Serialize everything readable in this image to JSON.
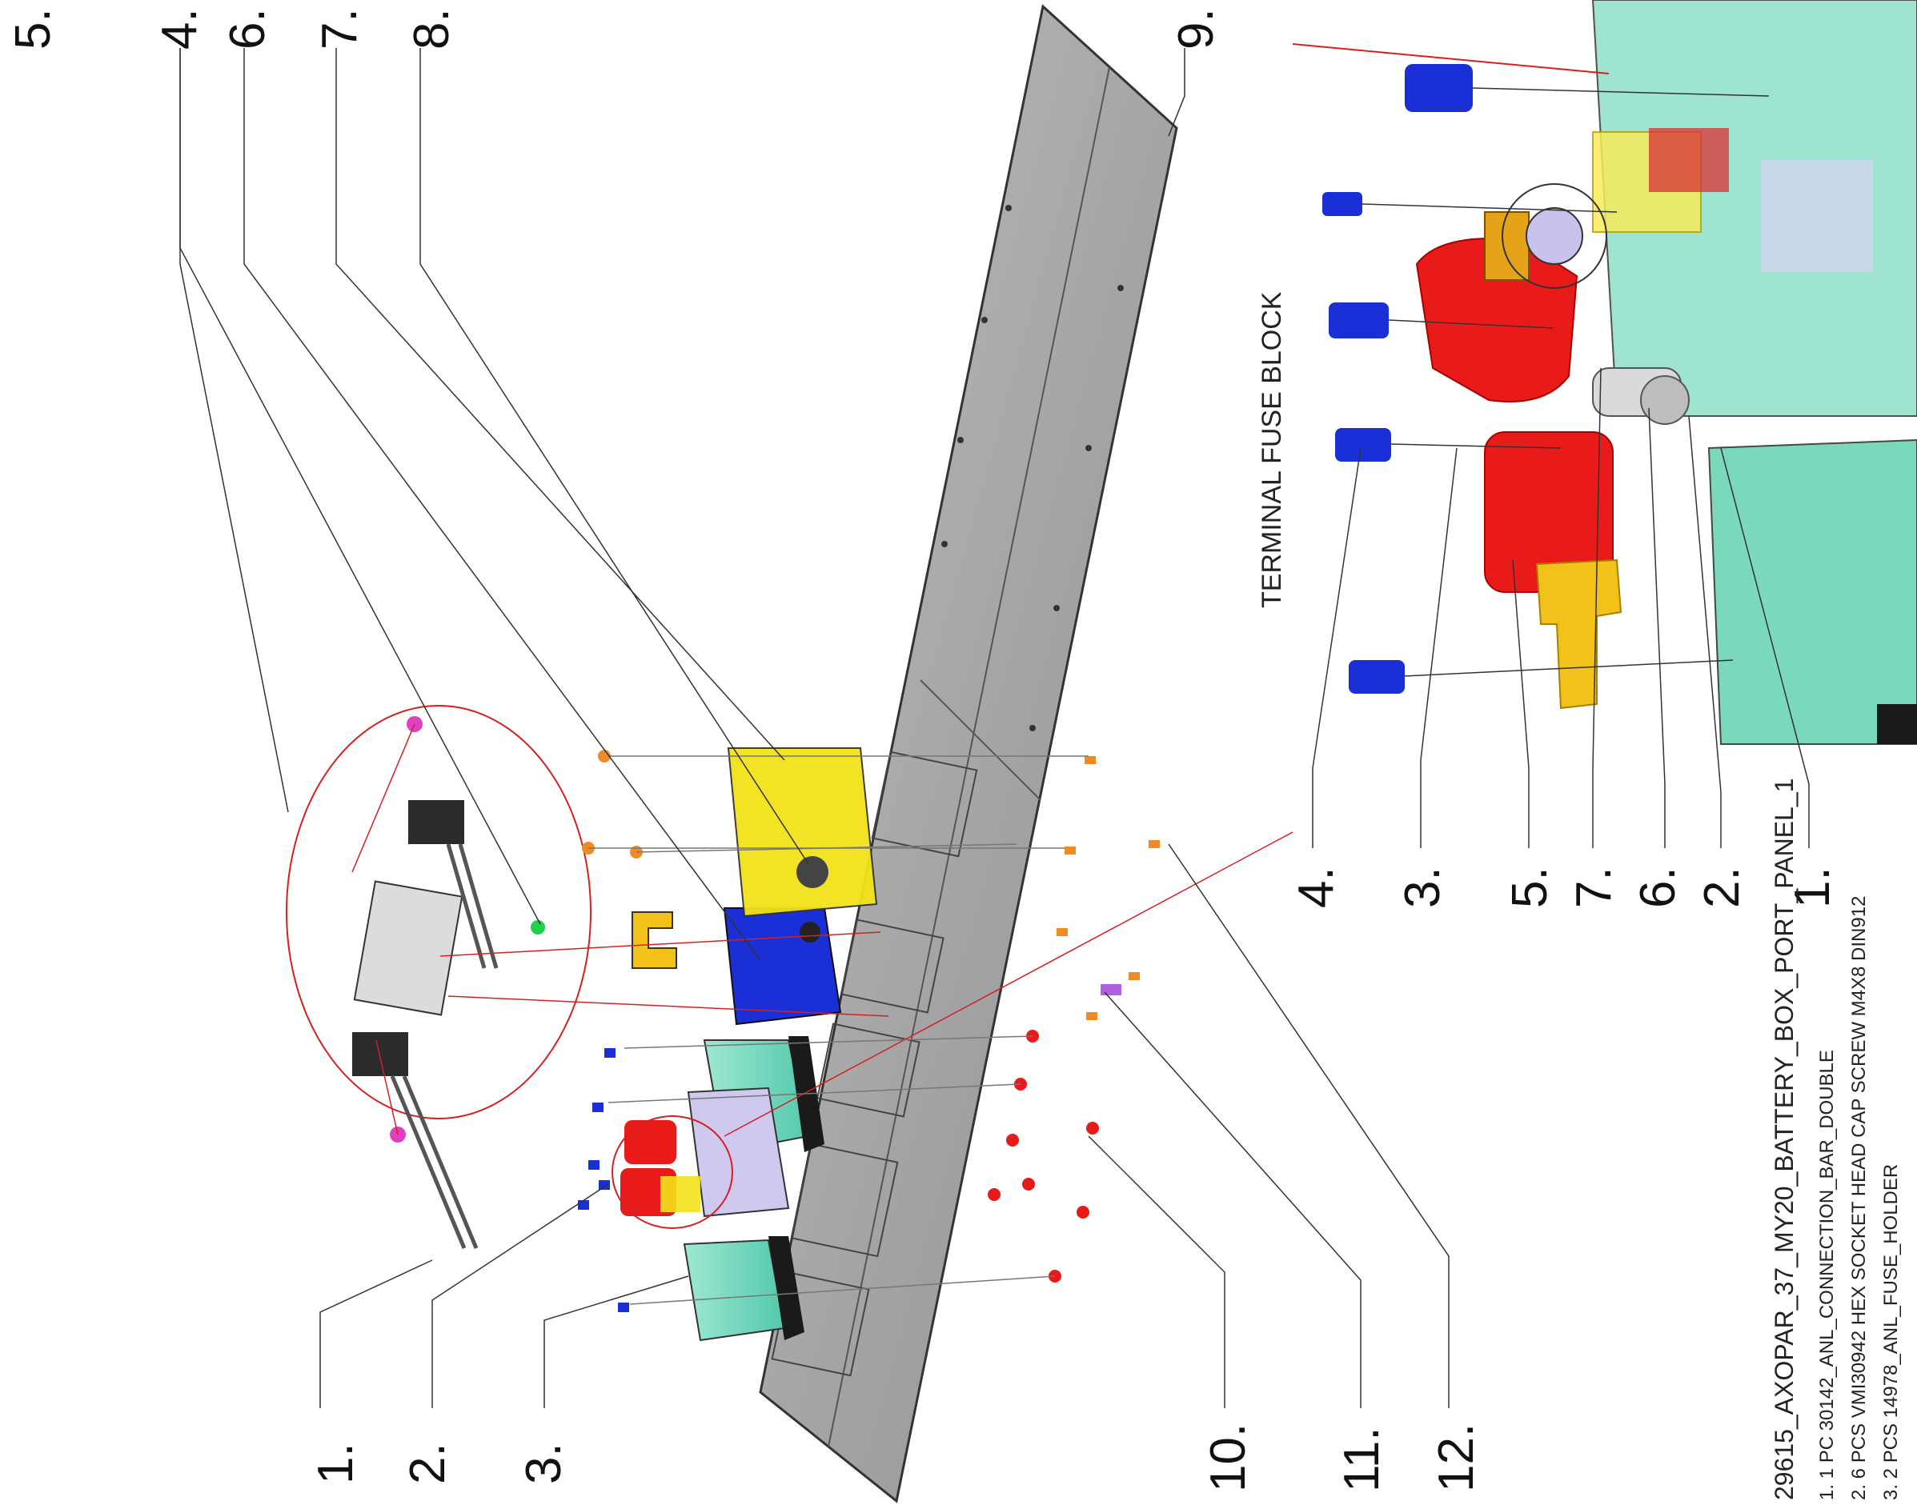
{
  "drawing_title": "29615_AXOPAR_37_MY20_BATTERY_BOX_PORT_PANEL_1",
  "detail_view_title": "TERMINAL FUSE BLOCK",
  "main_callouts": [
    "1.",
    "2.",
    "3.",
    "4.",
    "5.",
    "6.",
    "7.",
    "8.",
    "9.",
    "10.",
    "11.",
    "12."
  ],
  "detail_callouts": [
    "4.",
    "3.",
    "5.",
    "7.",
    "6.",
    "2.",
    "1."
  ],
  "bill_of_materials": [
    "1.  1 PC    30142_ANL_CONNECTION_BAR_DOUBLE",
    "2.  6 PCS   VMI30942 HEX SOCKET HEAD CAP SCREW M4X8 DIN912",
    "3.  2 PCS   14978_ANL_FUSE_HOLDER"
  ],
  "colors": {
    "panel": "#a9a9a9",
    "fuse_block": "#7fd9c2",
    "holder_red": "#e81a1a",
    "cap_screw_blue": "#1a2fd6",
    "yellow_part": "#f2e21a",
    "orange_screw": "#f08a24",
    "leader_line": "#333333",
    "red_guide": "#d62020"
  }
}
